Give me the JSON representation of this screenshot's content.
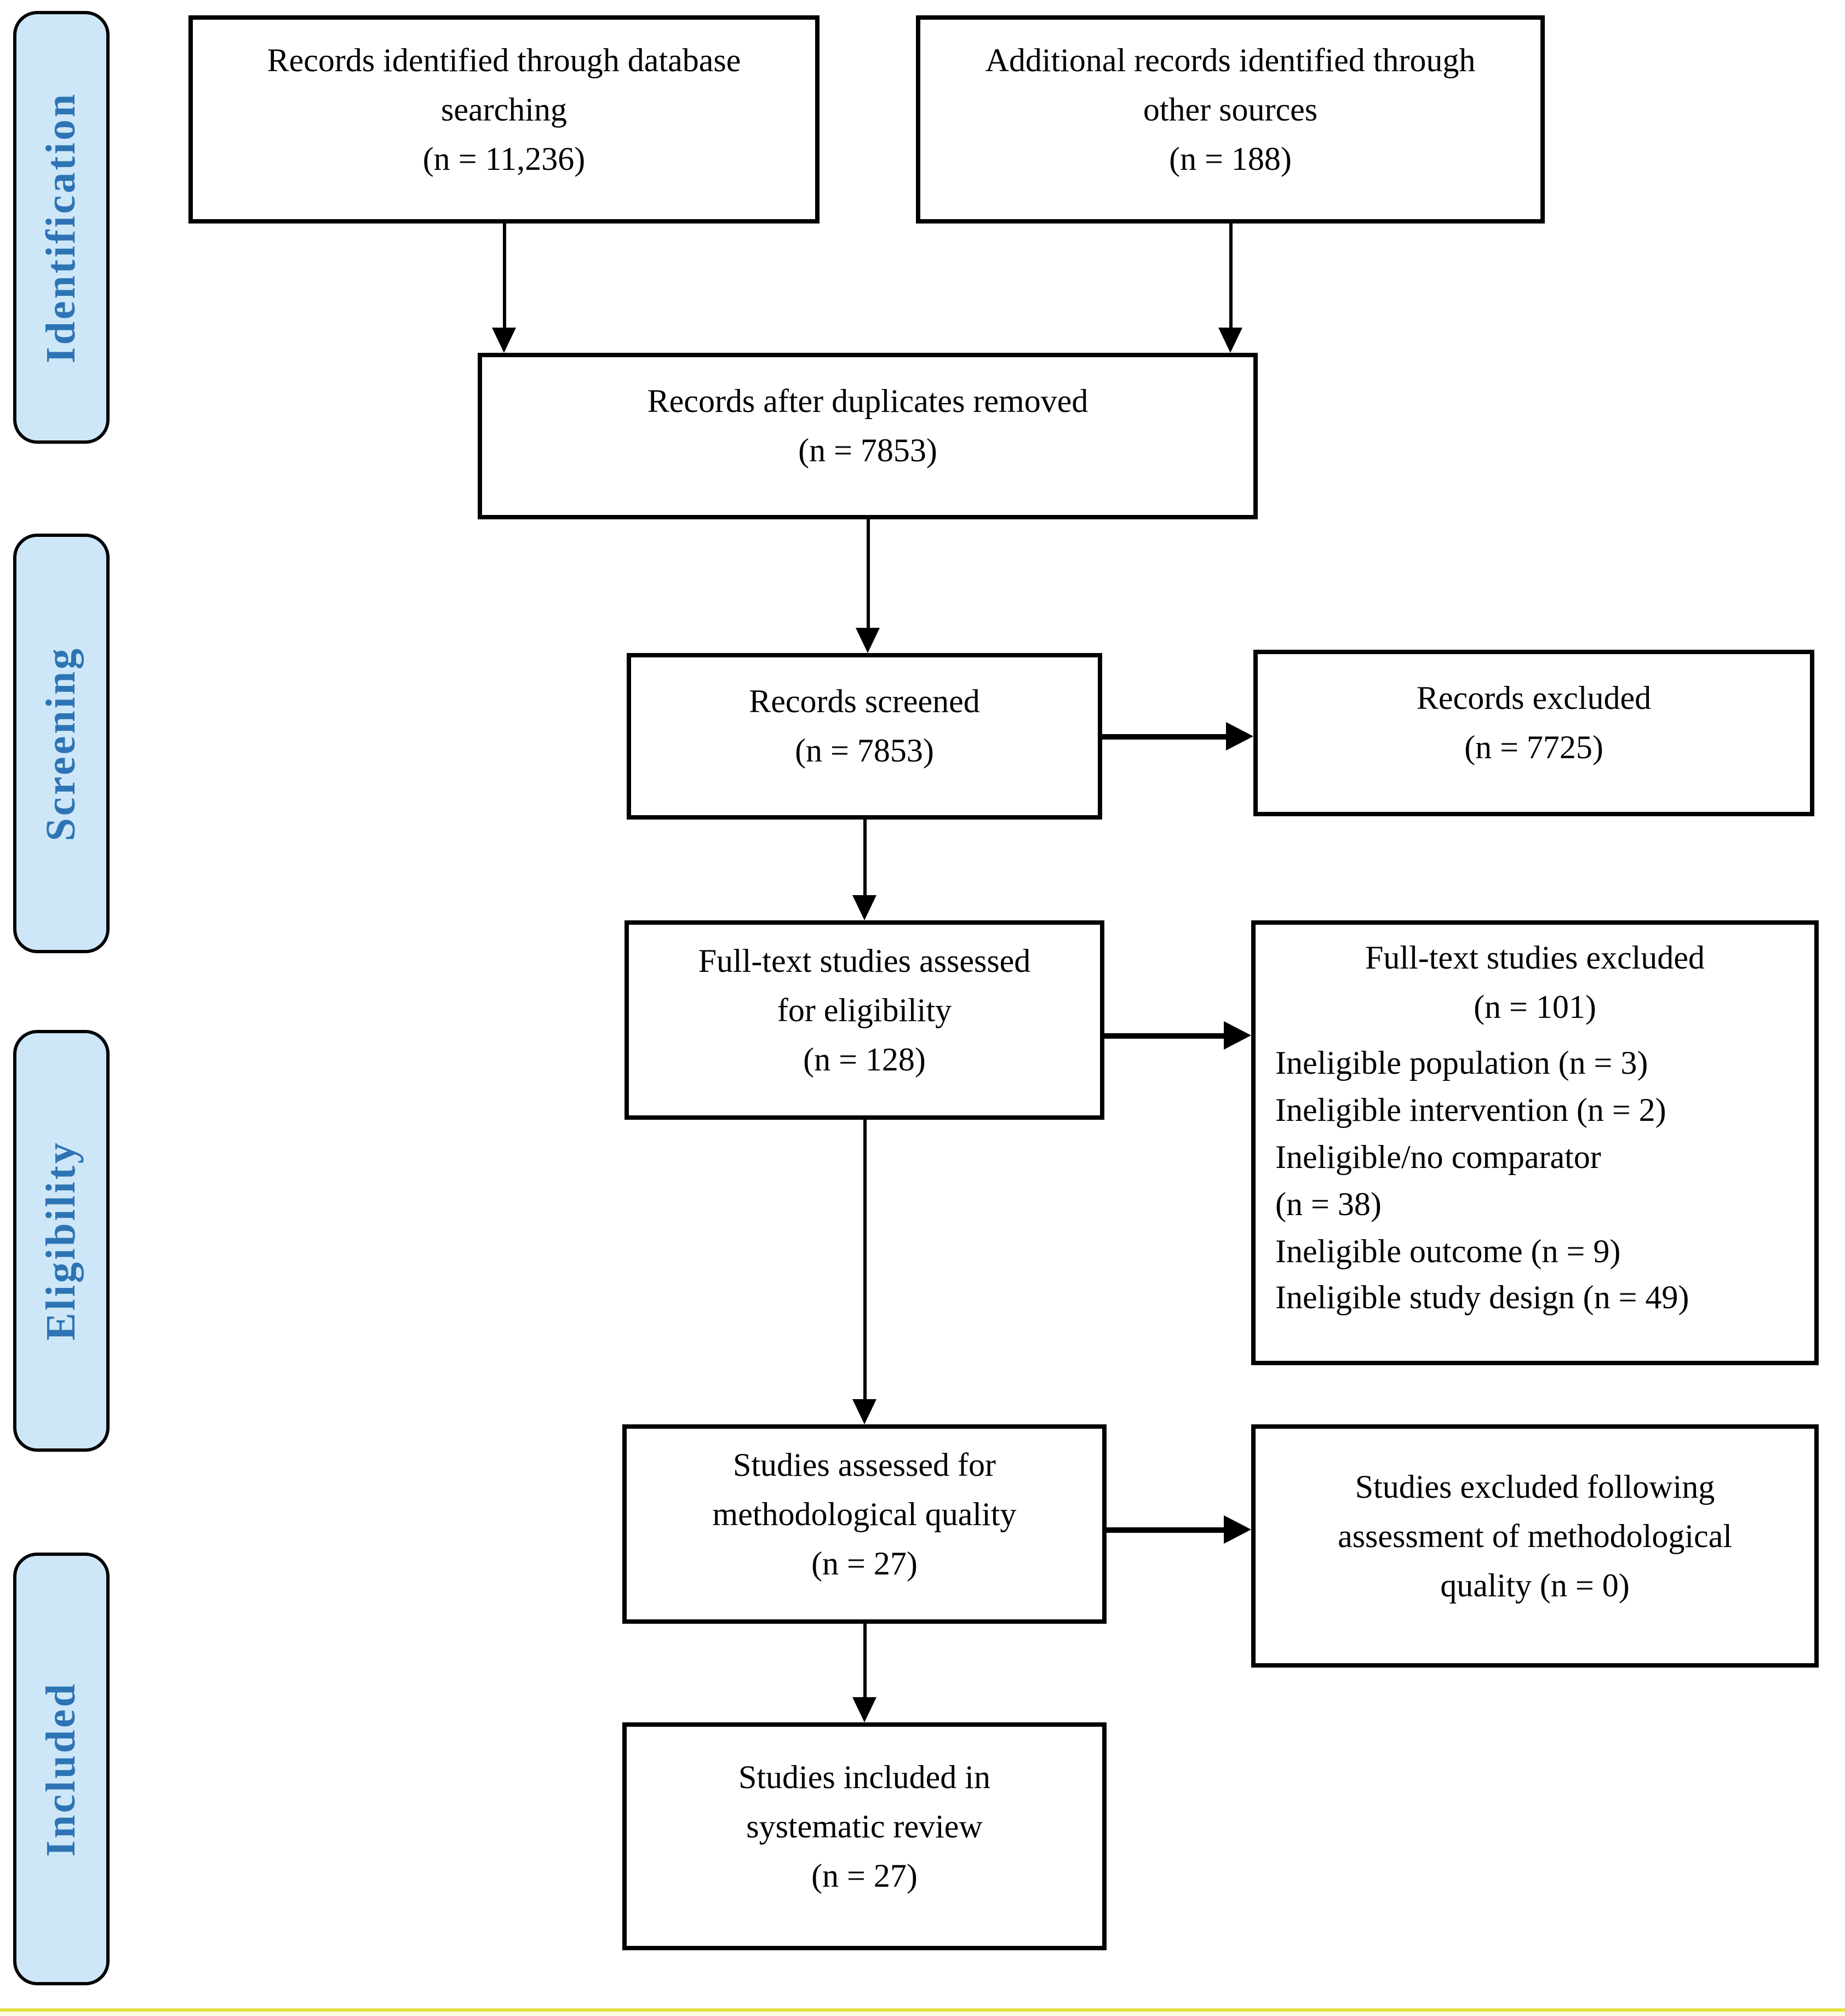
{
  "colors": {
    "stage_fill": "#cde7f8",
    "stage_text": "#2e74b5",
    "bottom_rule": "#e5df45",
    "bottom_strip": "#fcfce4"
  },
  "stages": [
    {
      "label": "Identification"
    },
    {
      "label": "Screening"
    },
    {
      "label": "Eligibility"
    },
    {
      "label": "Included"
    }
  ],
  "boxes": {
    "identified": {
      "text": "Records identified through database\nsearching\n(n = 11,236)"
    },
    "additional": {
      "text": "Additional records identified through\nother sources\n(n = 188)"
    },
    "deduplicated": {
      "text": "Records after duplicates removed\n(n = 7853)"
    },
    "screened": {
      "text": "Records screened\n(n = 7853)"
    },
    "records_excluded": {
      "text": "Records excluded\n(n = 7725)"
    },
    "fulltext_assessed": {
      "text": "Full-text studies assessed\nfor eligibility\n(n = 128)"
    },
    "fulltext_excluded": {
      "title": "Full-text studies excluded\n(n = 101)",
      "items": [
        "Ineligible population (n = 3)",
        "Ineligible intervention (n = 2)",
        "Ineligible/no comparator",
        "(n = 38)",
        "Ineligible outcome (n = 9)",
        "Ineligible study design (n = 49)"
      ]
    },
    "quality_assessed": {
      "text": "Studies assessed for\nmethodological quality\n(n = 27)"
    },
    "quality_excluded": {
      "text": "Studies excluded following\nassessment of methodological\nquality (n = 0)"
    },
    "included_review": {
      "text": "Studies included in\nsystematic review\n(n = 27)"
    }
  }
}
